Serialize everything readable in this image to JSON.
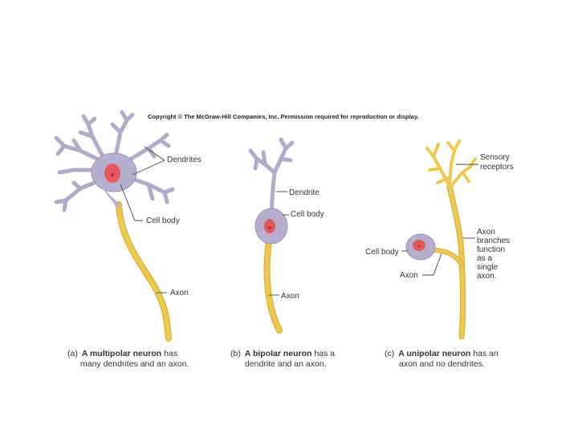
{
  "copyright": "Copyright © The McGraw-Hill Companies, Inc. Permission required for reproduction or display.",
  "colors": {
    "dendrite": "#b3aacb",
    "dendrite_edge": "#9a90b8",
    "cell_body": "#b8aed0",
    "nucleus": "#e2585c",
    "nucleolus": "#a82a30",
    "axon": "#efc84e",
    "axon_edge": "#d6a92a",
    "text": "#333333"
  },
  "panels": {
    "a": {
      "labels": {
        "dendrites": "Dendrites",
        "cell_body": "Cell body",
        "axon": "Axon"
      },
      "caption": {
        "letter": "(a)",
        "bold": "A multipolar neuron",
        "rest1": " has",
        "line2": "many dendrites and an axon."
      }
    },
    "b": {
      "labels": {
        "dendrite": "Dendrite",
        "cell_body": "Cell body",
        "axon": "Axon"
      },
      "caption": {
        "letter": "(b)",
        "bold": "A bipolar neuron",
        "rest1": " has a",
        "line2": "dendrite and an axon."
      }
    },
    "c": {
      "labels": {
        "sensory_1": "Sensory",
        "sensory_2": "receptors",
        "cell_body": "Cell body",
        "axon": "Axon",
        "branch_1": "Axon",
        "branch_2": "branches",
        "branch_3": "function",
        "branch_4": "as a",
        "branch_5": "single",
        "branch_6": "axon."
      },
      "caption": {
        "letter": "(c)",
        "bold": "A unipolar neuron",
        "rest1": " has an",
        "line2": "axon and no dendrites."
      }
    }
  }
}
